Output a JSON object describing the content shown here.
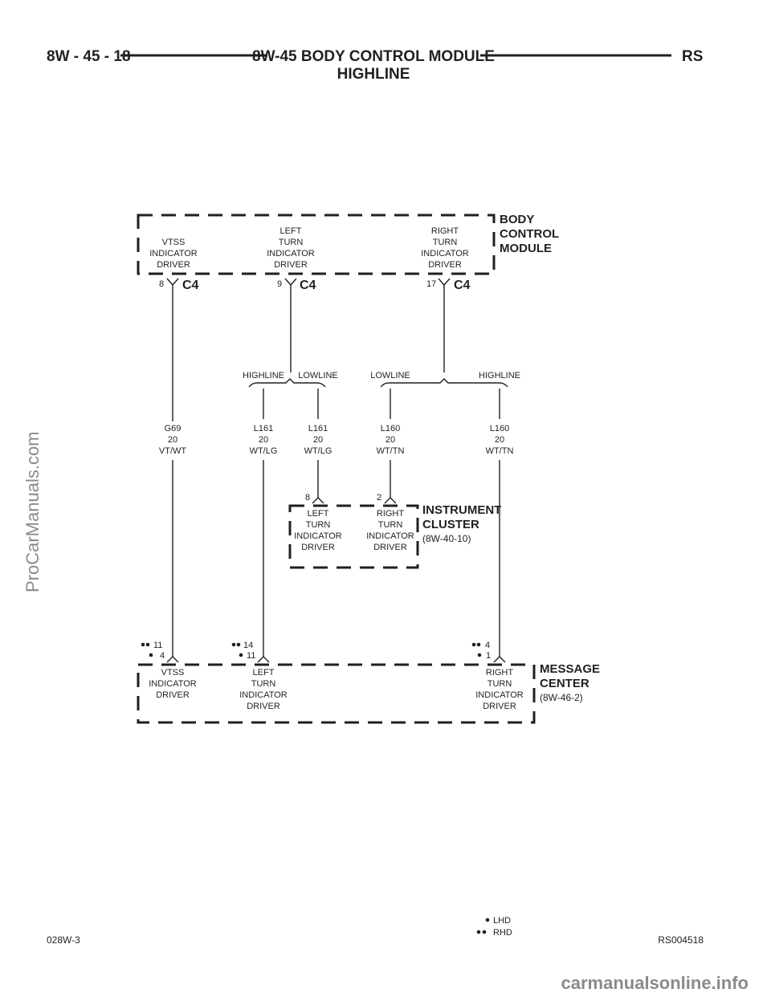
{
  "header": {
    "page_number": "8W - 45 - 18",
    "title_line1": "8W-45 BODY CONTROL MODULE",
    "title_line2": "HIGHLINE",
    "section": "RS"
  },
  "body_control_module": {
    "name_lines": [
      "BODY",
      "CONTROL",
      "MODULE"
    ],
    "pins": [
      {
        "pin": "8",
        "connector": "C4",
        "label_lines": [
          "VTSS",
          "INDICATOR",
          "DRIVER"
        ]
      },
      {
        "pin": "9",
        "connector": "C4",
        "label_lines": [
          "LEFT",
          "TURN",
          "INDICATOR",
          "DRIVER"
        ]
      },
      {
        "pin": "17",
        "connector": "C4",
        "label_lines": [
          "RIGHT",
          "TURN",
          "INDICATOR",
          "DRIVER"
        ]
      }
    ]
  },
  "splices": {
    "left": {
      "a": "HIGHLINE",
      "b": "LOWLINE"
    },
    "right": {
      "a": "LOWLINE",
      "b": "HIGHLINE"
    }
  },
  "wires": [
    {
      "code": "G69",
      "gauge": "20",
      "color": "VT/WT"
    },
    {
      "code": "L161",
      "gauge": "20",
      "color": "WT/LG"
    },
    {
      "code": "L161",
      "gauge": "20",
      "color": "WT/LG"
    },
    {
      "code": "L160",
      "gauge": "20",
      "color": "WT/TN"
    },
    {
      "code": "L160",
      "gauge": "20",
      "color": "WT/TN"
    }
  ],
  "instrument_cluster": {
    "name_lines": [
      "INSTRUMENT",
      "CLUSTER"
    ],
    "ref": "(8W-40-10)",
    "pins": [
      {
        "pin": "8",
        "label_lines": [
          "LEFT",
          "TURN",
          "INDICATOR",
          "DRIVER"
        ]
      },
      {
        "pin": "2",
        "label_lines": [
          "RIGHT",
          "TURN",
          "INDICATOR",
          "DRIVER"
        ]
      }
    ]
  },
  "message_center": {
    "name_lines": [
      "MESSAGE",
      "CENTER"
    ],
    "ref": "(8W-46-2)",
    "pins": [
      {
        "rhd_pin": "11",
        "lhd_pin": "4",
        "label_lines": [
          "VTSS",
          "INDICATOR",
          "DRIVER"
        ]
      },
      {
        "rhd_pin": "14",
        "lhd_pin": "11",
        "label_lines": [
          "LEFT",
          "TURN",
          "INDICATOR",
          "DRIVER"
        ]
      },
      {
        "rhd_pin": "4",
        "lhd_pin": "1",
        "label_lines": [
          "RIGHT",
          "TURN",
          "INDICATOR",
          "DRIVER"
        ]
      }
    ]
  },
  "legend": {
    "lhd": "LHD",
    "rhd": "RHD"
  },
  "footer": {
    "left": "028W-3",
    "right": "RS004518"
  },
  "watermarks": {
    "side": "ProCarManuals.com",
    "bottom": "carmanualsonline.info"
  }
}
